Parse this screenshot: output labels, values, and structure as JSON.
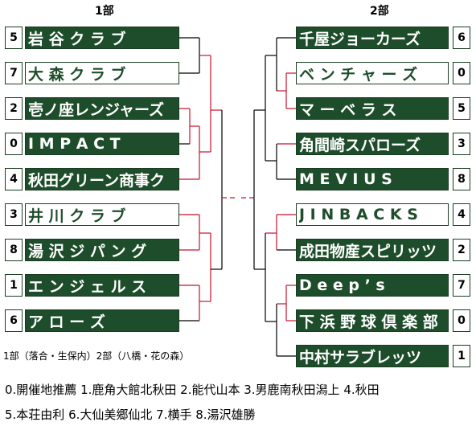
{
  "headers": {
    "left": "1部",
    "right": "2部"
  },
  "left_teams": [
    {
      "seed": "5",
      "name": "岩 谷 ク ラ ブ",
      "style": "dark"
    },
    {
      "seed": "7",
      "name": "大 森 ク ラ ブ",
      "style": "light"
    },
    {
      "seed": "2",
      "name": "壱ノ座レンジャーズ",
      "style": "dark"
    },
    {
      "seed": "0",
      "name": "I M P A C T",
      "style": "dark"
    },
    {
      "seed": "4",
      "name": "秋田グリーン商事ク",
      "style": "dark"
    },
    {
      "seed": "3",
      "name": "井 川 ク ラ ブ",
      "style": "light"
    },
    {
      "seed": "8",
      "name": "湯 沢 ジ パ ン グ",
      "style": "dark"
    },
    {
      "seed": "1",
      "name": "エ ン ジ ェ ル ス",
      "style": "dark"
    },
    {
      "seed": "6",
      "name": "ア ロ ー ズ",
      "style": "dark"
    }
  ],
  "right_teams": [
    {
      "seed": "6",
      "name": "千屋ジョーカーズ",
      "style": "dark"
    },
    {
      "seed": "0",
      "name": "ベ ン チ ャ ー ズ",
      "style": "light"
    },
    {
      "seed": "5",
      "name": "マ ー ベ ラ ス",
      "style": "dark"
    },
    {
      "seed": "3",
      "name": "角間崎スパローズ",
      "style": "dark"
    },
    {
      "seed": "8",
      "name": "M E V I U S",
      "style": "dark"
    },
    {
      "seed": "4",
      "name": "J I N B A C K S",
      "style": "light"
    },
    {
      "seed": "2",
      "name": "成田物産スピリッツ",
      "style": "dark"
    },
    {
      "seed": "7",
      "name": "D e e p ’ s",
      "style": "dark"
    },
    {
      "seed": "0",
      "name": "下 浜 野 球 倶 楽 部",
      "style": "dark"
    },
    {
      "seed": "1",
      "name": "中村サラブレッツ",
      "style": "dark"
    }
  ],
  "venue_note": "1部（落合・生保内）2部（八橋・花の森）",
  "legend_line1": "0.開催地推薦  1.鹿角大館北秋田  2.能代山本  3.男鹿南秋田潟上  4.秋田",
  "legend_line2": "5.本荘由利  6.大仙美郷仙北  7.横手  8.湯沢雄勝",
  "colors": {
    "line_red": "#c8102e",
    "line_black": "#000000",
    "box_green": "#1e4d2b"
  }
}
